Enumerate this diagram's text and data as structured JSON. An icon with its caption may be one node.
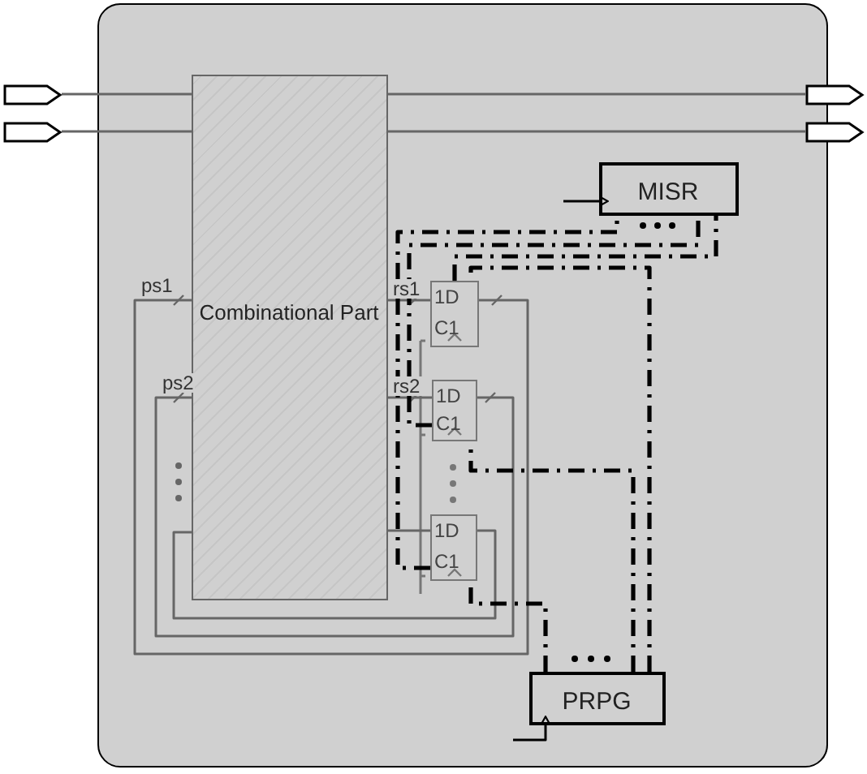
{
  "diagram": {
    "nodes": [
      {
        "text": [],
        "shape": "box"
      },
      {
        "text": [
          "Combinational Part"
        ],
        "in": 0
      },
      {
        "text": [
          "MISR"
        ],
        "in": 0
      },
      {
        "text": [
          "PRPG"
        ],
        "in": 0
      },
      {
        "text": [
          "1D",
          "C1"
        ],
        "in": 0
      },
      {
        "text": [
          "1D",
          "C1"
        ],
        "in": 0
      },
      {
        "text": [
          "1D",
          "C1"
        ],
        "in": 0
      },
      {
        "text": [],
        "shape": "pentagon"
      },
      {
        "text": [],
        "shape": "pentagon"
      },
      {
        "text": [],
        "shape": "pentagon"
      },
      {
        "text": [],
        "shape": "pentagon"
      }
    ],
    "edges": [
      {
        "from": 7,
        "to": 1,
        "arrow": "none"
      },
      {
        "from": 8,
        "to": 1,
        "arrow": "none"
      },
      {
        "from": 1,
        "to": 9,
        "arrow": "none"
      },
      {
        "from": 1,
        "to": 10,
        "arrow": "none"
      },
      {
        "from": 1,
        "to": 4,
        "arrow": "none",
        "label": "rs1"
      },
      {
        "from": 1,
        "to": 5,
        "arrow": "none",
        "label": "rs2"
      },
      {
        "from": 1,
        "to": 6,
        "arrow": "none"
      },
      {
        "from": 4,
        "to": 1,
        "arrow": "none",
        "label": "ps1"
      },
      {
        "from": 5,
        "to": 1,
        "arrow": "none",
        "label": "ps2"
      },
      {
        "from": 6,
        "to": 1,
        "arrow": "none"
      },
      {
        "from": 3,
        "to": 6,
        "arrow": "none",
        "style": "dashed",
        "color": "#000000"
      },
      {
        "from": 3,
        "to": 5,
        "arrow": "none",
        "style": "dashed",
        "color": "#000000"
      },
      {
        "from": 3,
        "to": 4,
        "arrow": "none",
        "style": "dashed",
        "color": "#000000"
      },
      {
        "from": 4,
        "to": 2,
        "arrow": "none",
        "style": "dashed",
        "color": "#000000"
      },
      {
        "from": 5,
        "to": 2,
        "arrow": "none",
        "style": "dashed",
        "color": "#000000"
      },
      {
        "from": 6,
        "to": 2,
        "arrow": "none",
        "style": "dashed",
        "color": "#000000"
      },
      {
        "from": null,
        "to": 2,
        "arrow": "to",
        "color": "#000000"
      },
      {
        "from": null,
        "to": 3,
        "arrow": "to",
        "color": "#000000"
      }
    ]
  }
}
